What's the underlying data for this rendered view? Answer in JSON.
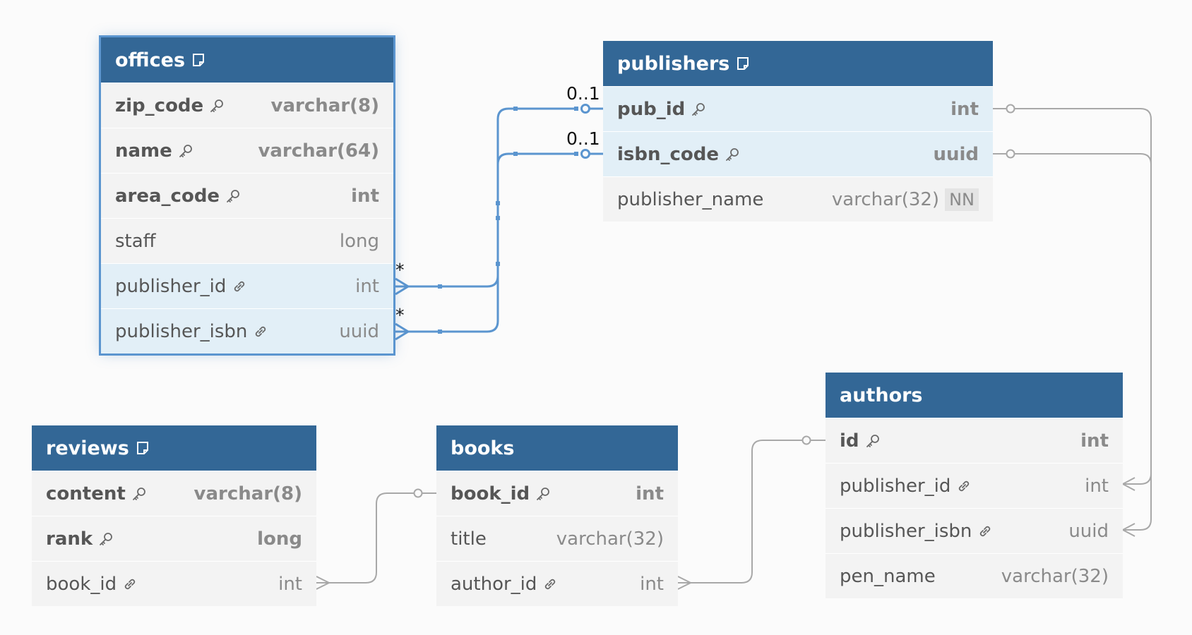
{
  "colors": {
    "header": "#336796",
    "highlight_row": "#e2eff7",
    "row": "#f3f3f3",
    "selected_link": "#5b95cf",
    "link": "#a8a8a8"
  },
  "tables": {
    "offices": {
      "name": "offices",
      "has_note": true,
      "rows": [
        {
          "name": "zip_code",
          "type": "varchar(8)",
          "pk": true,
          "icon": "key-icon"
        },
        {
          "name": "name",
          "type": "varchar(64)",
          "pk": true,
          "icon": "key-icon"
        },
        {
          "name": "area_code",
          "type": "int",
          "pk": true,
          "icon": "key-icon"
        },
        {
          "name": "staff",
          "type": "long",
          "pk": false,
          "icon": ""
        },
        {
          "name": "publisher_id",
          "type": "int",
          "pk": false,
          "icon": "link-icon"
        },
        {
          "name": "publisher_isbn",
          "type": "uuid",
          "pk": false,
          "icon": "link-icon"
        }
      ]
    },
    "publishers": {
      "name": "publishers",
      "has_note": true,
      "rows": [
        {
          "name": "pub_id",
          "type": "int",
          "pk": true,
          "icon": "key-icon"
        },
        {
          "name": "isbn_code",
          "type": "uuid",
          "pk": true,
          "icon": "key-icon"
        },
        {
          "name": "publisher_name",
          "type": "varchar(32)",
          "pk": false,
          "icon": "",
          "badge": "NN"
        }
      ]
    },
    "authors": {
      "name": "authors",
      "has_note": false,
      "rows": [
        {
          "name": "id",
          "type": "int",
          "pk": true,
          "icon": "key-icon"
        },
        {
          "name": "publisher_id",
          "type": "int",
          "pk": false,
          "icon": "link-icon"
        },
        {
          "name": "publisher_isbn",
          "type": "uuid",
          "pk": false,
          "icon": "link-icon"
        },
        {
          "name": "pen_name",
          "type": "varchar(32)",
          "pk": false,
          "icon": ""
        }
      ]
    },
    "reviews": {
      "name": "reviews",
      "has_note": true,
      "rows": [
        {
          "name": "content",
          "type": "varchar(8)",
          "pk": true,
          "icon": "key-icon"
        },
        {
          "name": "rank",
          "type": "long",
          "pk": true,
          "icon": "key-icon"
        },
        {
          "name": "book_id",
          "type": "int",
          "pk": false,
          "icon": "link-icon"
        }
      ]
    },
    "books": {
      "name": "books",
      "has_note": false,
      "rows": [
        {
          "name": "book_id",
          "type": "int",
          "pk": true,
          "icon": "key-icon"
        },
        {
          "name": "title",
          "type": "varchar(32)",
          "pk": false,
          "icon": ""
        },
        {
          "name": "author_id",
          "type": "int",
          "pk": false,
          "icon": "link-icon"
        }
      ]
    }
  },
  "relationships": [
    {
      "from": "offices.publisher_id",
      "to": "publishers.pub_id",
      "from_card": "*",
      "to_card": "0..1",
      "selected": true
    },
    {
      "from": "offices.publisher_isbn",
      "to": "publishers.isbn_code",
      "from_card": "*",
      "to_card": "0..1",
      "selected": true
    },
    {
      "from": "authors.publisher_id",
      "to": "publishers.pub_id",
      "from_card": "",
      "to_card": "",
      "selected": false
    },
    {
      "from": "authors.publisher_isbn",
      "to": "publishers.isbn_code",
      "from_card": "",
      "to_card": "",
      "selected": false
    },
    {
      "from": "reviews.book_id",
      "to": "books.book_id",
      "from_card": "",
      "to_card": "",
      "selected": false
    },
    {
      "from": "books.author_id",
      "to": "authors.id",
      "from_card": "",
      "to_card": "",
      "selected": false
    }
  ]
}
